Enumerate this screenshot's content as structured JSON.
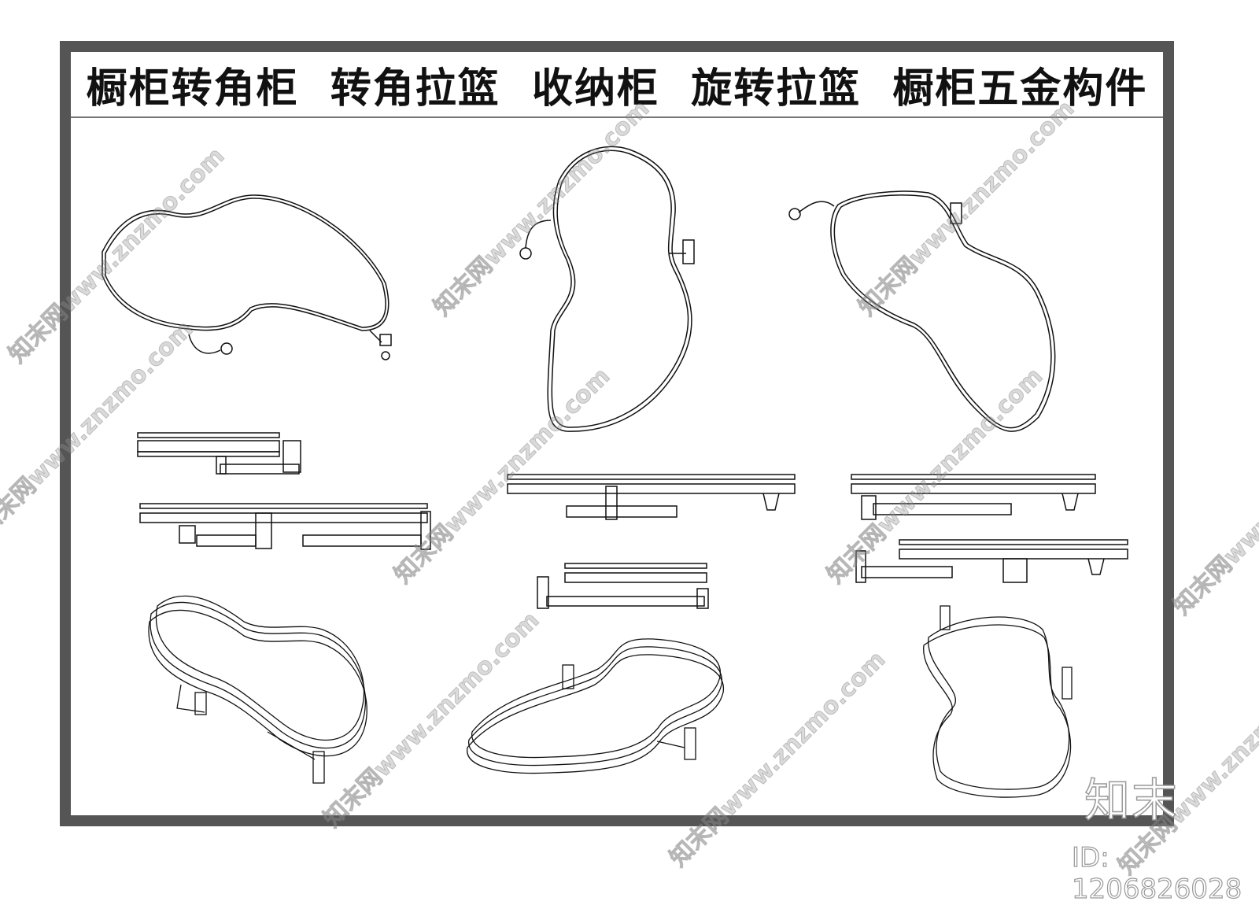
{
  "title": "橱柜转角柜  转角拉篮  收纳柜  旋转拉篮  橱柜五金构件",
  "watermark": "知末网www.znzmo.com",
  "logo": "知末",
  "id_label": "ID: 1206826028",
  "colors": {
    "frame": "#555555",
    "line": "#111111"
  }
}
